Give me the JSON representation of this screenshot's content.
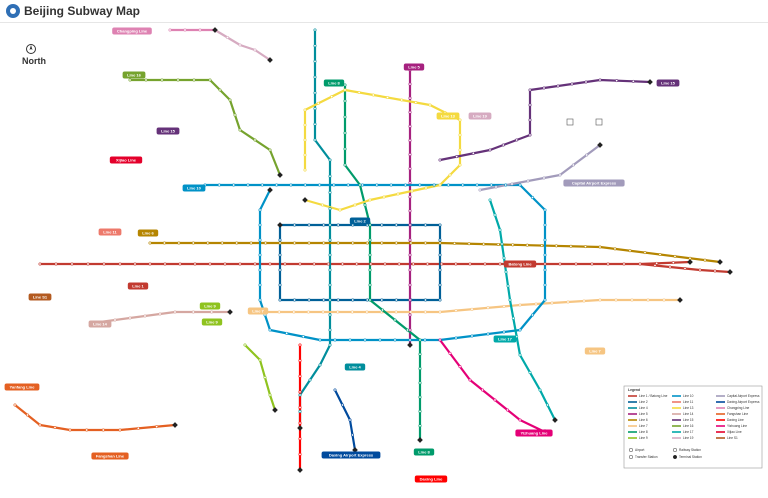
{
  "header": {
    "title": "Beijing Subway Map"
  },
  "compass": {
    "label": "North"
  },
  "lines": [
    {
      "name": "Line 1",
      "color": "#c23a30",
      "points": [
        [
          40,
          264
        ],
        [
          120,
          264
        ],
        [
          300,
          264
        ],
        [
          470,
          264
        ],
        [
          560,
          264
        ],
        [
          640,
          264
        ],
        [
          690,
          262
        ]
      ]
    },
    {
      "name": "Line 2",
      "color": "#006098",
      "points": [
        [
          280,
          225
        ],
        [
          280,
          300
        ],
        [
          440,
          300
        ],
        [
          440,
          225
        ],
        [
          280,
          225
        ]
      ]
    },
    {
      "name": "Line 4",
      "color": "#008e9c",
      "points": [
        [
          315,
          30
        ],
        [
          315,
          140
        ],
        [
          330,
          160
        ],
        [
          330,
          225
        ],
        [
          330,
          345
        ],
        [
          320,
          365
        ],
        [
          300,
          395
        ],
        [
          300,
          428
        ]
      ]
    },
    {
      "name": "Line 5",
      "color": "#a6217f",
      "points": [
        [
          410,
          70
        ],
        [
          410,
          225
        ],
        [
          410,
          345
        ]
      ]
    },
    {
      "name": "Line 6",
      "color": "#b58500",
      "points": [
        [
          150,
          243
        ],
        [
          280,
          243
        ],
        [
          440,
          243
        ],
        [
          600,
          247
        ],
        [
          720,
          262
        ]
      ]
    },
    {
      "name": "Line 7",
      "color": "#f6c582",
      "points": [
        [
          250,
          312
        ],
        [
          440,
          312
        ],
        [
          520,
          305
        ],
        [
          600,
          300
        ],
        [
          680,
          300
        ]
      ]
    },
    {
      "name": "Line 8",
      "color": "#009b6b",
      "points": [
        [
          345,
          85
        ],
        [
          345,
          165
        ],
        [
          360,
          185
        ],
        [
          370,
          225
        ],
        [
          370,
          300
        ],
        [
          420,
          340
        ],
        [
          420,
          440
        ]
      ]
    },
    {
      "name": "Line 9",
      "color": "#8fc31f",
      "points": [
        [
          245,
          345
        ],
        [
          260,
          360
        ],
        [
          270,
          395
        ],
        [
          275,
          410
        ]
      ]
    },
    {
      "name": "Line 10",
      "color": "#0092c7",
      "points": [
        [
          205,
          185
        ],
        [
          520,
          185
        ],
        [
          545,
          210
        ],
        [
          545,
          300
        ],
        [
          520,
          330
        ],
        [
          440,
          340
        ],
        [
          320,
          340
        ],
        [
          270,
          330
        ],
        [
          260,
          300
        ],
        [
          260,
          210
        ],
        [
          270,
          190
        ]
      ]
    },
    {
      "name": "Line 13",
      "color": "#f4da40",
      "points": [
        [
          305,
          170
        ],
        [
          305,
          110
        ],
        [
          345,
          90
        ],
        [
          430,
          105
        ],
        [
          460,
          120
        ],
        [
          460,
          165
        ],
        [
          440,
          185
        ],
        [
          370,
          200
        ],
        [
          340,
          210
        ],
        [
          305,
          200
        ]
      ]
    },
    {
      "name": "Line 14",
      "color": "#d5a7a1",
      "points": [
        [
          100,
          322
        ],
        [
          175,
          312
        ],
        [
          230,
          312
        ]
      ]
    },
    {
      "name": "Line 15",
      "color": "#653279",
      "points": [
        [
          440,
          160
        ],
        [
          490,
          150
        ],
        [
          530,
          135
        ],
        [
          530,
          90
        ],
        [
          600,
          80
        ],
        [
          650,
          82
        ]
      ]
    },
    {
      "name": "Line 16",
      "color": "#76a32e",
      "points": [
        [
          130,
          80
        ],
        [
          210,
          80
        ],
        [
          230,
          100
        ],
        [
          240,
          130
        ],
        [
          270,
          150
        ],
        [
          280,
          175
        ]
      ]
    },
    {
      "name": "Line 17",
      "color": "#00a9a9",
      "points": [
        [
          490,
          200
        ],
        [
          500,
          230
        ],
        [
          510,
          300
        ],
        [
          520,
          355
        ],
        [
          540,
          390
        ],
        [
          555,
          420
        ]
      ]
    },
    {
      "name": "Line 19",
      "color": "#d6abc1",
      "points": [
        [
          215,
          30
        ],
        [
          240,
          45
        ],
        [
          255,
          50
        ],
        [
          270,
          60
        ]
      ]
    },
    {
      "name": "Changping Line",
      "color": "#de82b2",
      "points": [
        [
          170,
          30
        ],
        [
          215,
          30
        ]
      ]
    },
    {
      "name": "Fangshan Line",
      "color": "#e46022",
      "points": [
        [
          15,
          405
        ],
        [
          40,
          425
        ],
        [
          70,
          430
        ],
        [
          120,
          430
        ],
        [
          175,
          425
        ]
      ]
    },
    {
      "name": "Daxing Line",
      "color": "#ff0000",
      "points": [
        [
          300,
          345
        ],
        [
          300,
          470
        ]
      ]
    },
    {
      "name": "Yizhuang Line",
      "color": "#e40077",
      "points": [
        [
          440,
          340
        ],
        [
          470,
          380
        ],
        [
          520,
          420
        ],
        [
          545,
          432
        ]
      ]
    },
    {
      "name": "Batong Line",
      "color": "#c23a30",
      "points": [
        [
          640,
          264
        ],
        [
          700,
          270
        ],
        [
          730,
          272
        ]
      ]
    },
    {
      "name": "Capital Airport Express",
      "color": "#a29bbb",
      "points": [
        [
          480,
          190
        ],
        [
          560,
          175
        ],
        [
          600,
          145
        ]
      ]
    },
    {
      "name": "Daxing Airport Express",
      "color": "#004a9d",
      "points": [
        [
          335,
          390
        ],
        [
          350,
          420
        ],
        [
          355,
          450
        ]
      ]
    }
  ],
  "tags": [
    {
      "label": "Changping Line",
      "color": "#de82b2",
      "at": [
        132,
        31
      ]
    },
    {
      "label": "Line 16",
      "color": "#76a32e",
      "at": [
        134,
        75
      ]
    },
    {
      "label": "Line 8",
      "color": "#009b6b",
      "at": [
        334,
        83
      ]
    },
    {
      "label": "Line 5",
      "color": "#a6217f",
      "at": [
        414,
        67
      ]
    },
    {
      "label": "Line 15",
      "color": "#653279",
      "at": [
        668,
        83
      ]
    },
    {
      "label": "Line 13",
      "color": "#f4da40",
      "at": [
        448,
        116
      ]
    },
    {
      "label": "Line 6",
      "color": "#b58500",
      "at": [
        148,
        233
      ]
    },
    {
      "label": "Line 1",
      "color": "#c23a30",
      "at": [
        138,
        286
      ]
    },
    {
      "label": "Line 14",
      "color": "#d5a7a1",
      "at": [
        100,
        324
      ]
    },
    {
      "label": "Line 9",
      "color": "#8fc31f",
      "at": [
        210,
        306
      ]
    },
    {
      "label": "Line 2",
      "color": "#006098",
      "at": [
        360,
        221
      ]
    },
    {
      "label": "Line 17",
      "color": "#00a9a9",
      "at": [
        505,
        339
      ]
    },
    {
      "label": "Line 7",
      "color": "#f6c582",
      "at": [
        595,
        351
      ]
    },
    {
      "label": "Line 4",
      "color": "#008e9c",
      "at": [
        355,
        367
      ]
    },
    {
      "label": "Line 8",
      "color": "#009b6b",
      "at": [
        424,
        452
      ]
    },
    {
      "label": "Fangshan Line",
      "color": "#e46022",
      "at": [
        110,
        456
      ]
    },
    {
      "label": "Daxing Line",
      "color": "#ff0000",
      "at": [
        431,
        479
      ]
    },
    {
      "label": "Yizhuang Line",
      "color": "#e40077",
      "at": [
        534,
        433
      ]
    },
    {
      "label": "Capital Airport Express",
      "color": "#a29bbb",
      "at": [
        594,
        183
      ]
    },
    {
      "label": "Daxing Airport Express",
      "color": "#004a9d",
      "at": [
        351,
        455
      ]
    },
    {
      "label": "Batong Line",
      "color": "#c23a30",
      "at": [
        520,
        264
      ]
    },
    {
      "label": "Yanfang Line",
      "color": "#e46022",
      "at": [
        22,
        387
      ]
    },
    {
      "label": "Line 10",
      "color": "#0092c7",
      "at": [
        194,
        188
      ]
    },
    {
      "label": "Line 15",
      "color": "#653279",
      "at": [
        168,
        131
      ]
    },
    {
      "label": "Xijiao Line",
      "color": "#e4002b",
      "at": [
        126,
        160
      ]
    },
    {
      "label": "Line S1",
      "color": "#b35a20",
      "at": [
        40,
        297
      ]
    },
    {
      "label": "Line 19",
      "color": "#d6abc1",
      "at": [
        480,
        116
      ]
    },
    {
      "label": "Line 11",
      "color": "#ed796b",
      "at": [
        110,
        232
      ]
    },
    {
      "label": "Line 7",
      "color": "#f6c582",
      "at": [
        258,
        311
      ]
    },
    {
      "label": "Line 9",
      "color": "#8fc31f",
      "at": [
        212,
        322
      ]
    }
  ],
  "legend": {
    "title": "Legend",
    "items": [
      {
        "name": "Line 1 / Batong Line",
        "color": "#c23a30"
      },
      {
        "name": "Line 2",
        "color": "#006098"
      },
      {
        "name": "Line 4",
        "color": "#008e9c"
      },
      {
        "name": "Line 5",
        "color": "#a6217f"
      },
      {
        "name": "Line 6",
        "color": "#b58500"
      },
      {
        "name": "Line 7",
        "color": "#f6c582"
      },
      {
        "name": "Line 8",
        "color": "#009b6b"
      },
      {
        "name": "Line 9",
        "color": "#8fc31f"
      },
      {
        "name": "Line 10",
        "color": "#0092c7"
      },
      {
        "name": "Line 11",
        "color": "#ed796b"
      },
      {
        "name": "Line 13",
        "color": "#f4da40"
      },
      {
        "name": "Line 14",
        "color": "#d5a7a1"
      },
      {
        "name": "Line 15",
        "color": "#653279"
      },
      {
        "name": "Line 16",
        "color": "#76a32e"
      },
      {
        "name": "Line 17",
        "color": "#00a9a9"
      },
      {
        "name": "Line 19",
        "color": "#d6abc1"
      },
      {
        "name": "Capital Airport Express",
        "color": "#a29bbb"
      },
      {
        "name": "Daxing Airport Express",
        "color": "#004a9d"
      },
      {
        "name": "Changping Line",
        "color": "#de82b2"
      },
      {
        "name": "Fangshan Line",
        "color": "#e46022"
      },
      {
        "name": "Daxing Line",
        "color": "#ff0000"
      },
      {
        "name": "Yizhuang Line",
        "color": "#e40077"
      },
      {
        "name": "Xijiao Line",
        "color": "#e4002b"
      },
      {
        "name": "Line S1",
        "color": "#b35a20"
      }
    ],
    "symbols": [
      {
        "name": "Airport"
      },
      {
        "name": "Railway Station"
      },
      {
        "name": "Transfer Station"
      },
      {
        "name": "Terminal Station"
      }
    ]
  }
}
